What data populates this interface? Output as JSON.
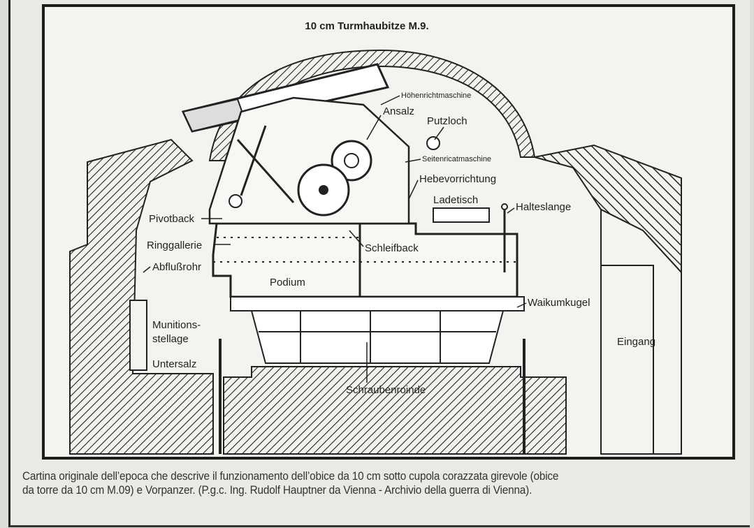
{
  "title": "10 cm Turmhaubitze M.9.",
  "labels": {
    "hoehenrichtmaschine": "Höhenrichtmaschine",
    "ansalz": "Ansalz",
    "putzloch": "Putzloch",
    "seitenrichtmaschine": "Seitenricatmaschine",
    "hebevorrichtung": "Hebevorrichtung",
    "ladetisch": "Ladetisch",
    "halteslange": "Halteslange",
    "pivotback": "Pivotback",
    "ringgallerie": "Ringgallerie",
    "schleifback": "Schleifback",
    "abflussrohr": "Abflußrohr",
    "podium": "Podium",
    "waikumkugel": "Waikumkugel",
    "munitions1": "Munitions-",
    "munitions2": "stellage",
    "eingang": "Eingang",
    "untersalz": "Untersalz",
    "schraubenroinde": "Schraubenroinde"
  },
  "caption": {
    "line1": "Cartina originale dell’epoca che descrive il funzionamento dell’obice da 10 cm sotto cupola corazzata girevole (obice",
    "line2": "da torre da 10 cm M.09) e Vorpanzer. (P.g.c. Ing. Rudolf Hauptner da Vienna - Archivio della guerra di Vienna)."
  }
}
